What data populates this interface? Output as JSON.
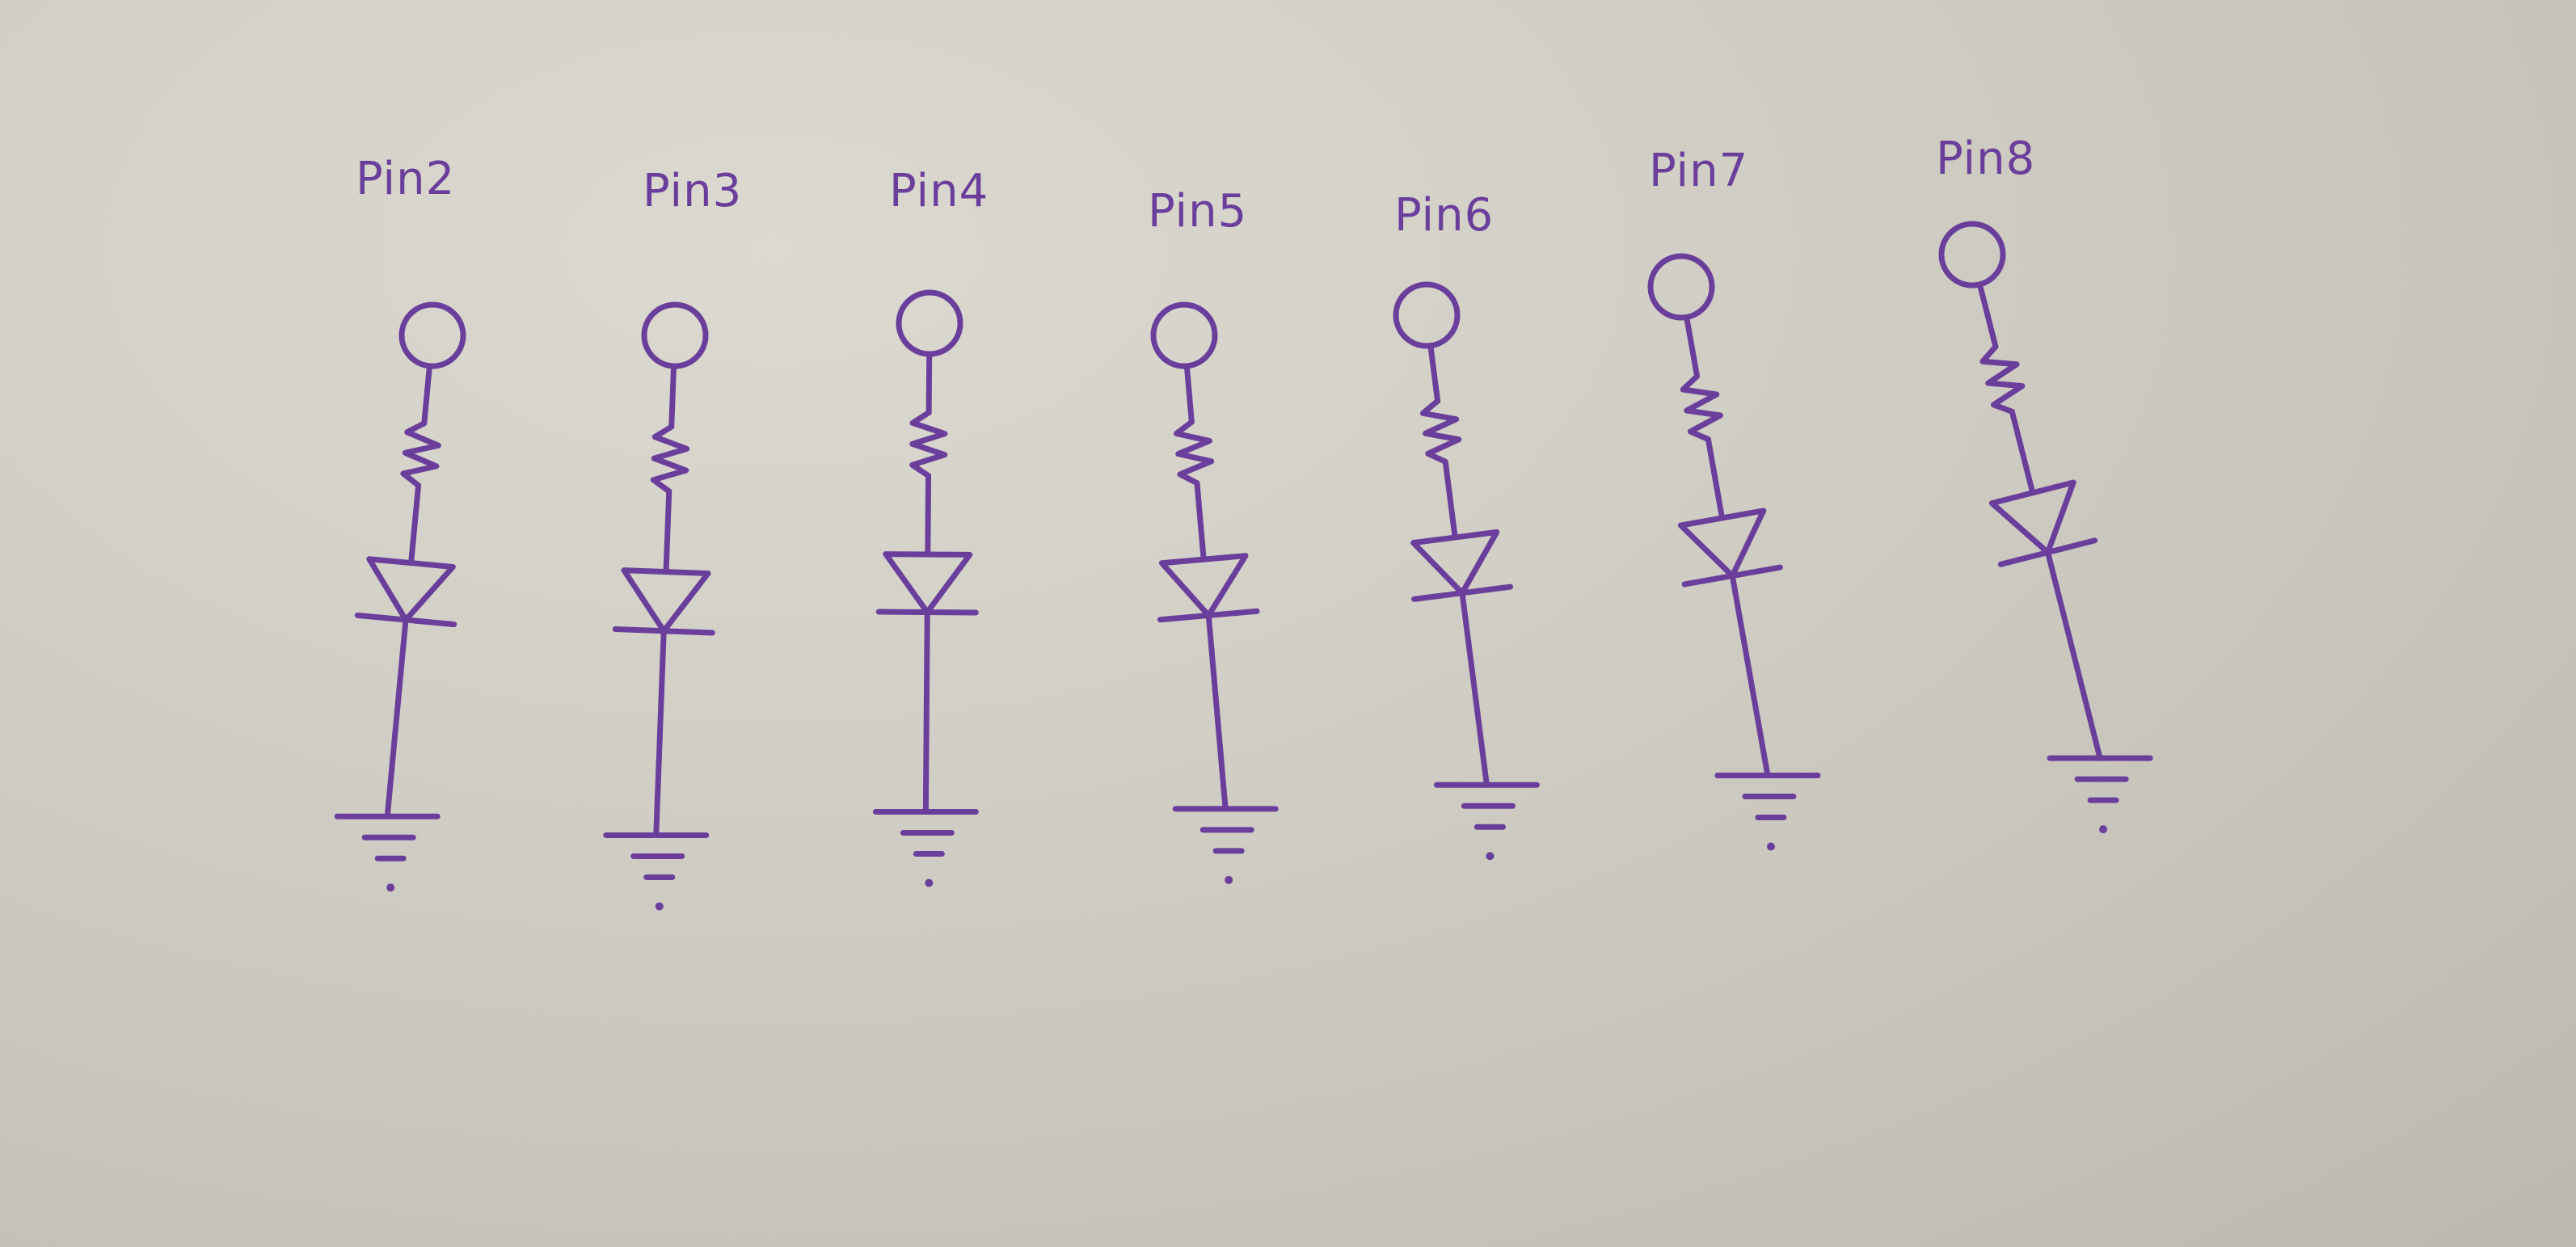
{
  "diagram": {
    "ink_color": "#6a3f9c",
    "paper_color": "#d4d1c9",
    "circuits": [
      {
        "label": "Pin2",
        "components": [
          "terminal",
          "resistor",
          "diode",
          "ground"
        ]
      },
      {
        "label": "Pin3",
        "components": [
          "terminal",
          "resistor",
          "diode",
          "ground"
        ]
      },
      {
        "label": "Pin4",
        "components": [
          "terminal",
          "resistor",
          "diode",
          "ground"
        ]
      },
      {
        "label": "Pin5",
        "components": [
          "terminal",
          "resistor",
          "diode",
          "ground"
        ]
      },
      {
        "label": "Pin6",
        "components": [
          "terminal",
          "resistor",
          "diode",
          "ground"
        ]
      },
      {
        "label": "Pin7",
        "components": [
          "terminal",
          "resistor",
          "diode",
          "ground"
        ]
      },
      {
        "label": "Pin8",
        "components": [
          "terminal",
          "resistor",
          "diode",
          "ground"
        ]
      }
    ]
  }
}
